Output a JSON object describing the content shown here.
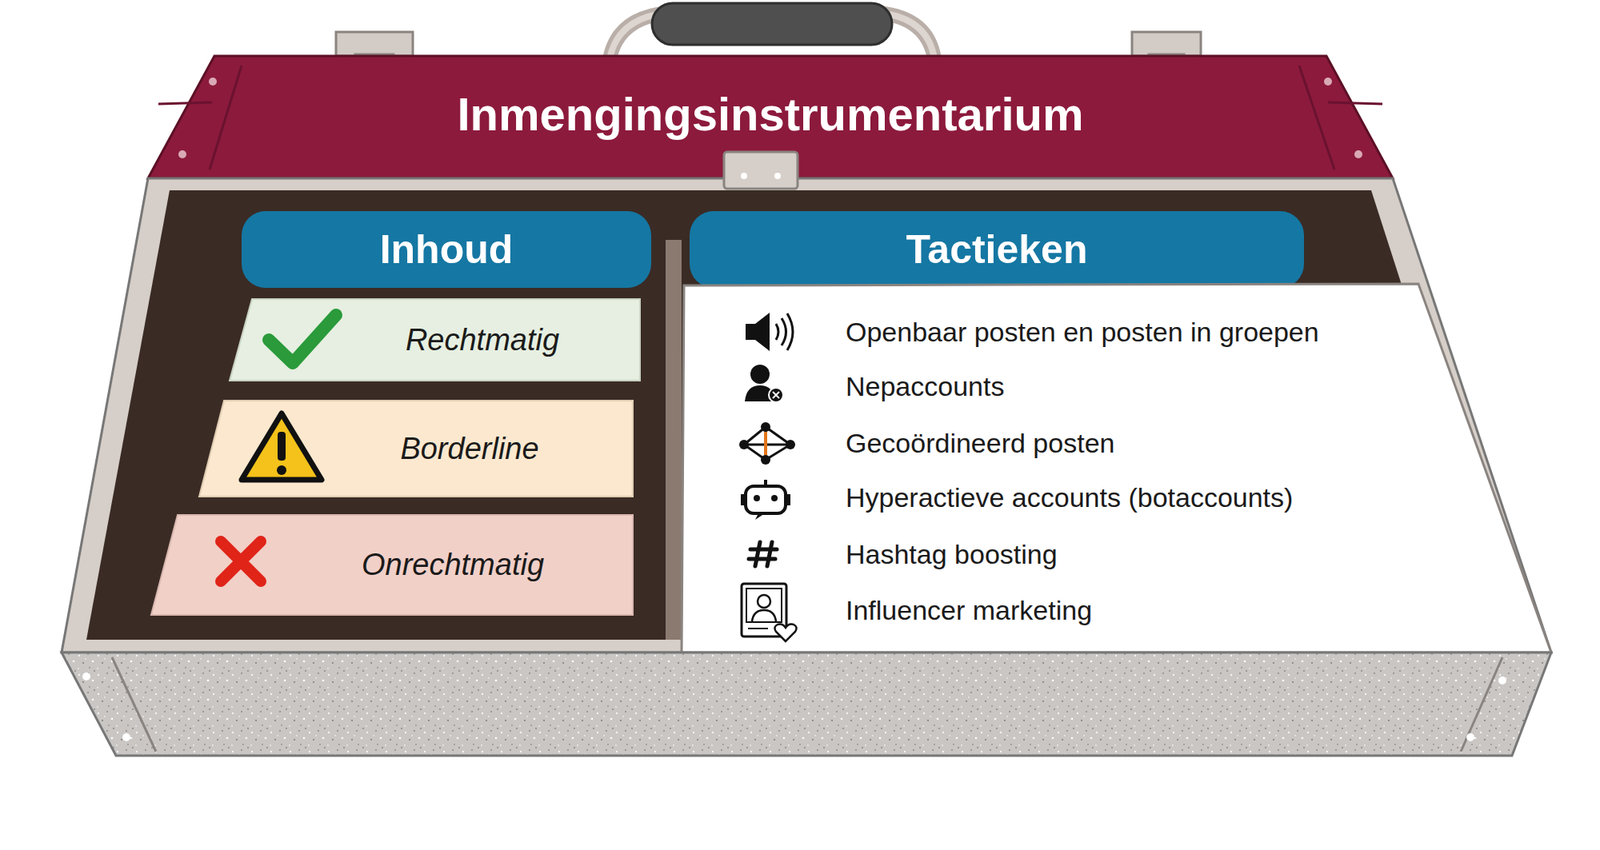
{
  "diagram": {
    "title": "Inmengingsinstrumentarium",
    "nodes": [
      {
        "text": [
          "Inhoud"
        ]
      },
      {
        "text": [
          "Rechtmatig"
        ]
      },
      {
        "text": [
          "Borderline"
        ]
      },
      {
        "text": [
          "Onrechtmatig"
        ]
      },
      {
        "text": [
          "Tactieken"
        ]
      },
      {
        "text": [
          "Openbaar posten en posten in groepen",
          "Nepaccounts",
          "Gecoördineerd posten",
          "Hyperactieve accounts (botaccounts)",
          "Hashtag boosting",
          "Influencer marketing"
        ]
      }
    ]
  }
}
